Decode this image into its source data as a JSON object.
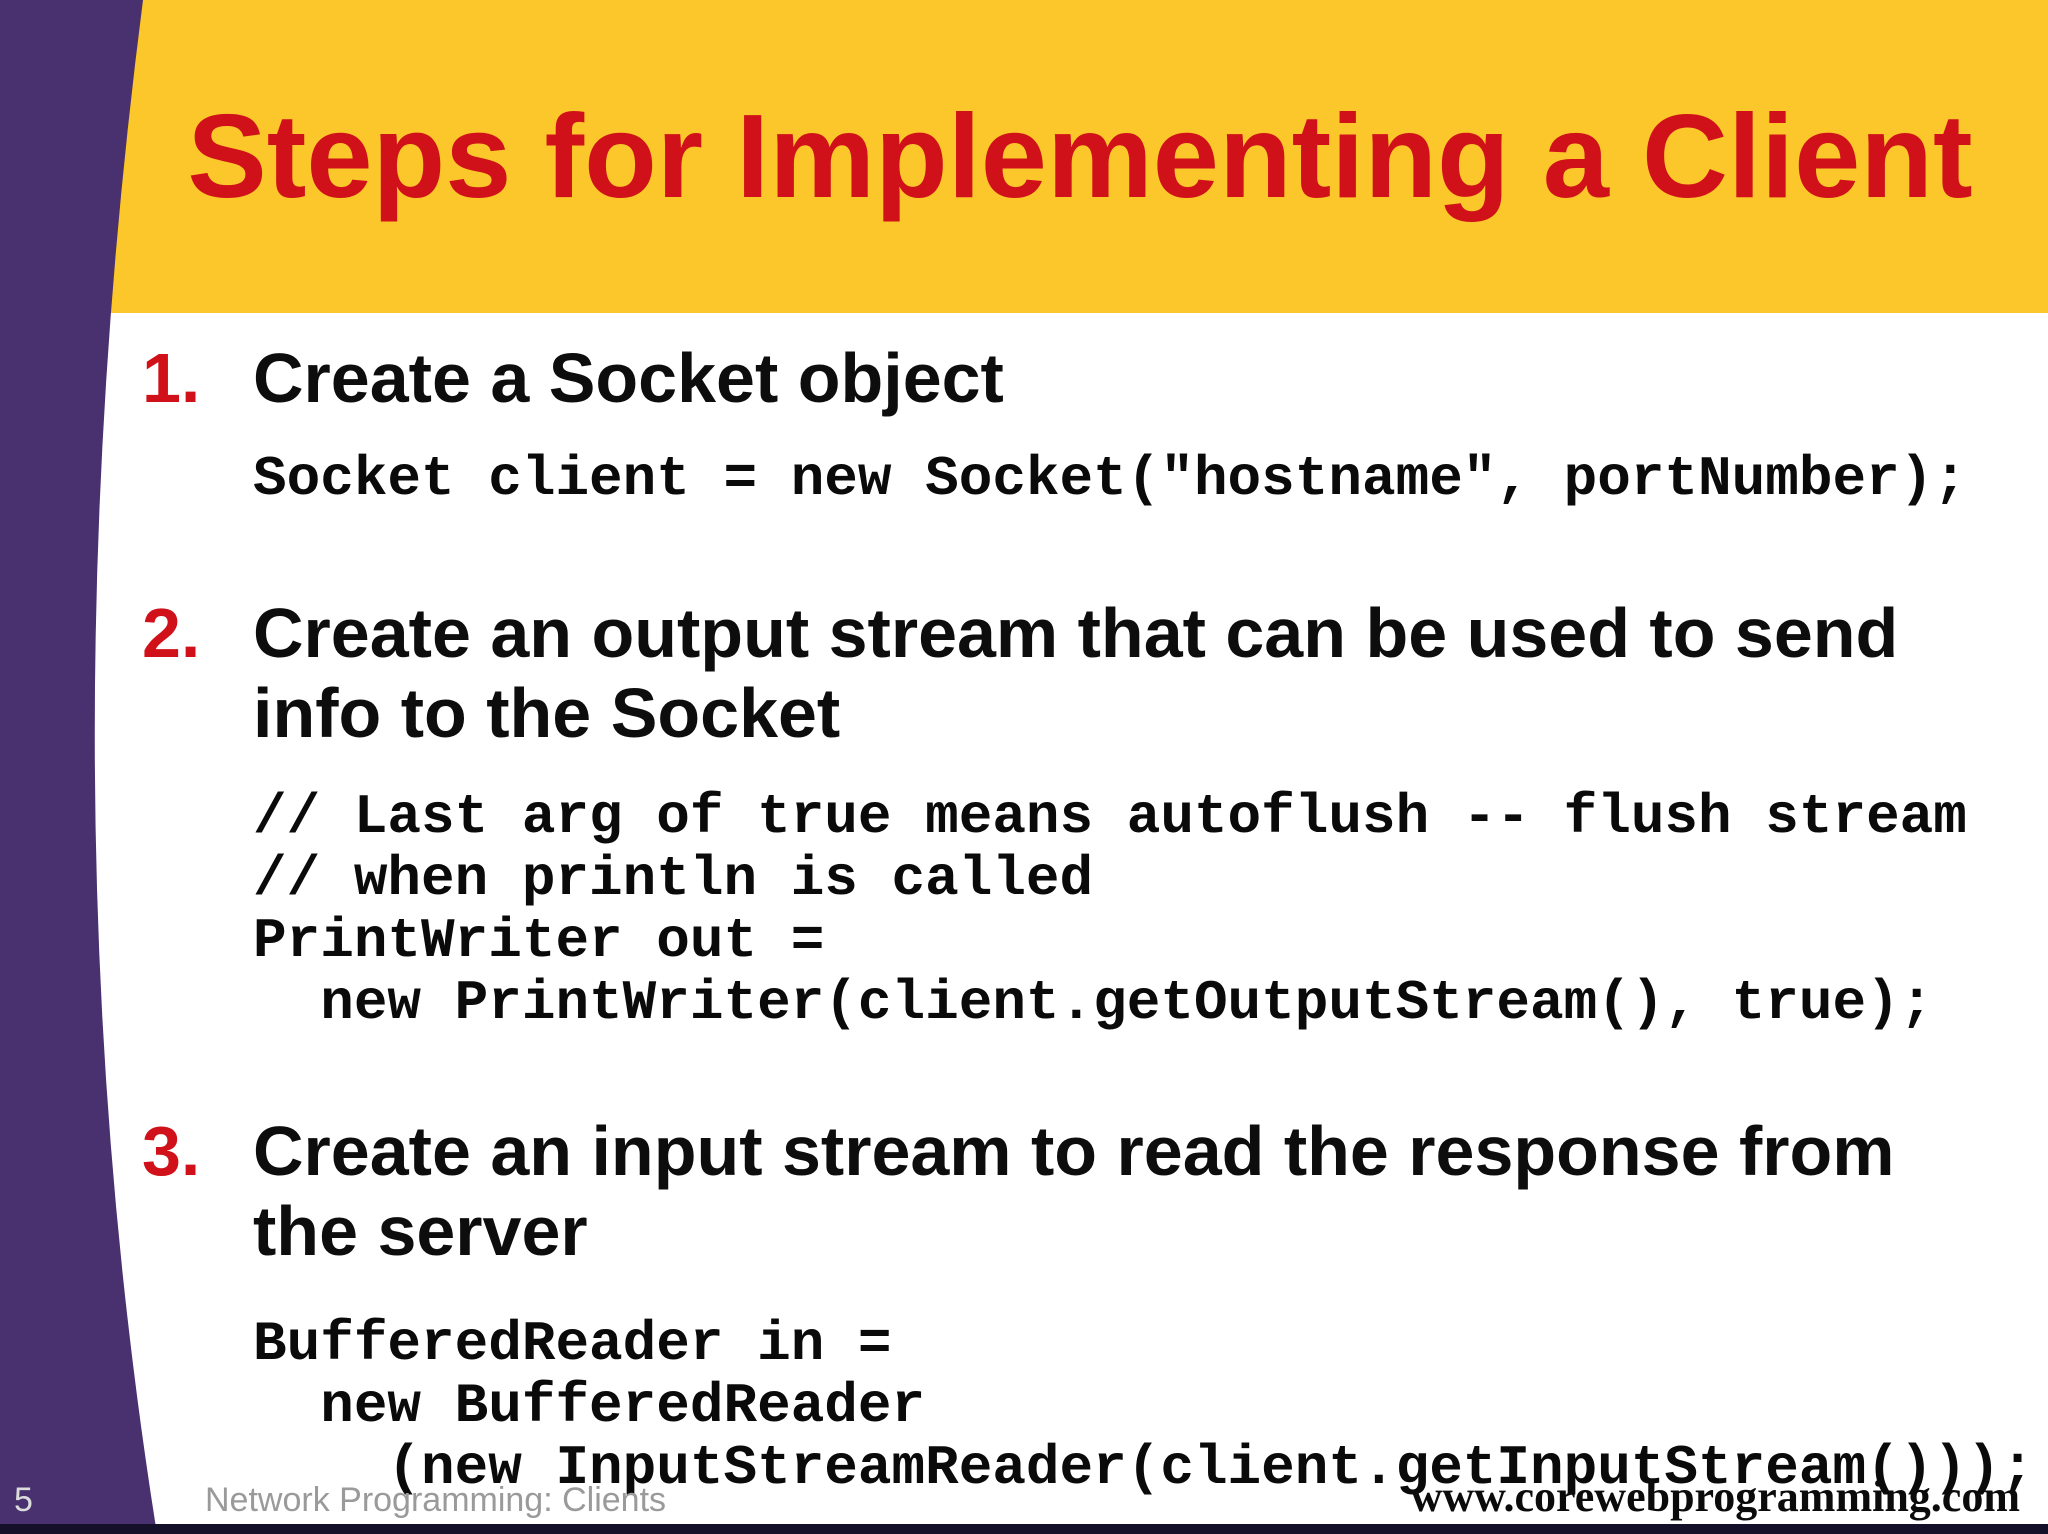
{
  "slide": {
    "title": "Steps for Implementing a Client",
    "items": [
      {
        "number": "1.",
        "heading": "Create a Socket object",
        "code": "Socket client = new Socket(\"hostname\", portNumber);"
      },
      {
        "number": "2.",
        "heading": "Create an output stream that can be used to send info to the Socket",
        "code": "// Last arg of true means autoflush -- flush stream\n// when println is called\nPrintWriter out =\n  new PrintWriter(client.getOutputStream(), true);"
      },
      {
        "number": "3.",
        "heading": "Create an input stream to read the response from the server",
        "code": "BufferedReader in =\n  new BufferedReader\n    (new InputStreamReader(client.getInputStream()));"
      }
    ],
    "footer": {
      "page_number": "5",
      "left_text": "Network Programming: Clients",
      "right_text": "www.corewebprogramming.com"
    },
    "colors": {
      "sidebar_purple": "#493170",
      "band_yellow": "#fcc72b",
      "accent_red": "#d01119",
      "heading_black": "#0d0d0d",
      "footer_gray": "#9a9a9a",
      "footer_bar": "#15102a"
    }
  }
}
